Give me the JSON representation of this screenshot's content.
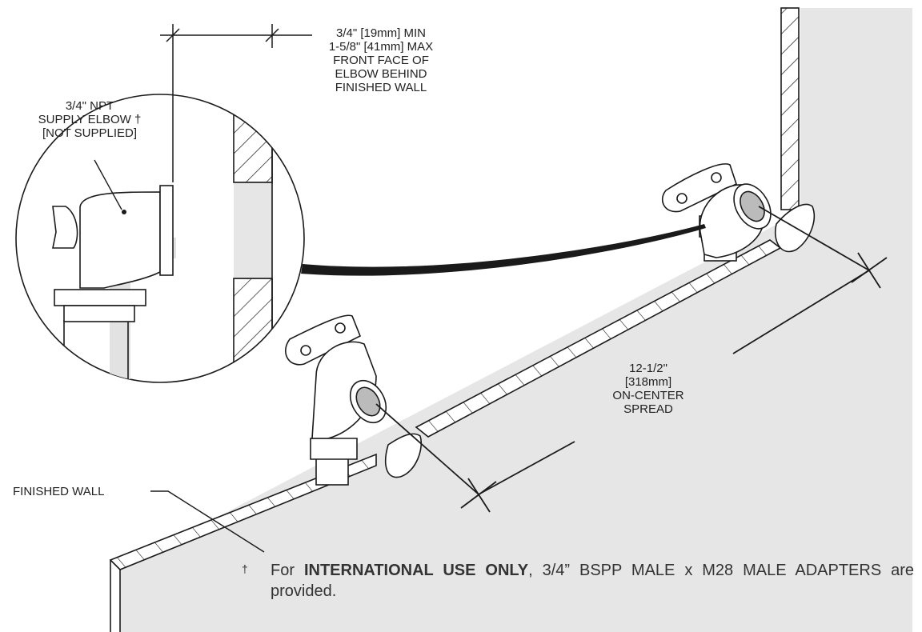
{
  "callouts": {
    "depth_dimension": [
      "3/4\" [19mm] MIN",
      "1-5/8\" [41mm] MAX",
      "FRONT FACE OF",
      "ELBOW BEHIND",
      "FINISHED WALL"
    ],
    "supply_elbow": [
      "3/4\" NPT",
      "SUPPLY ELBOW †",
      "[NOT SUPPLIED]"
    ],
    "spread": [
      "12-1/2\"",
      "[318mm]",
      "ON-CENTER",
      "SPREAD"
    ],
    "finished_wall": "FINISHED WALL"
  },
  "footnote": {
    "dagger": "†",
    "prefix": "For ",
    "emphasis": "INTERNATIONAL USE ONLY",
    "rest": ", 3/4” BSPP MALE x M28 MALE ADAPTERS are provided."
  },
  "colors": {
    "wall_fill": "#e6e6e6",
    "line": "#1a1a1a",
    "pipe_shadow": "#e2e2e2"
  }
}
